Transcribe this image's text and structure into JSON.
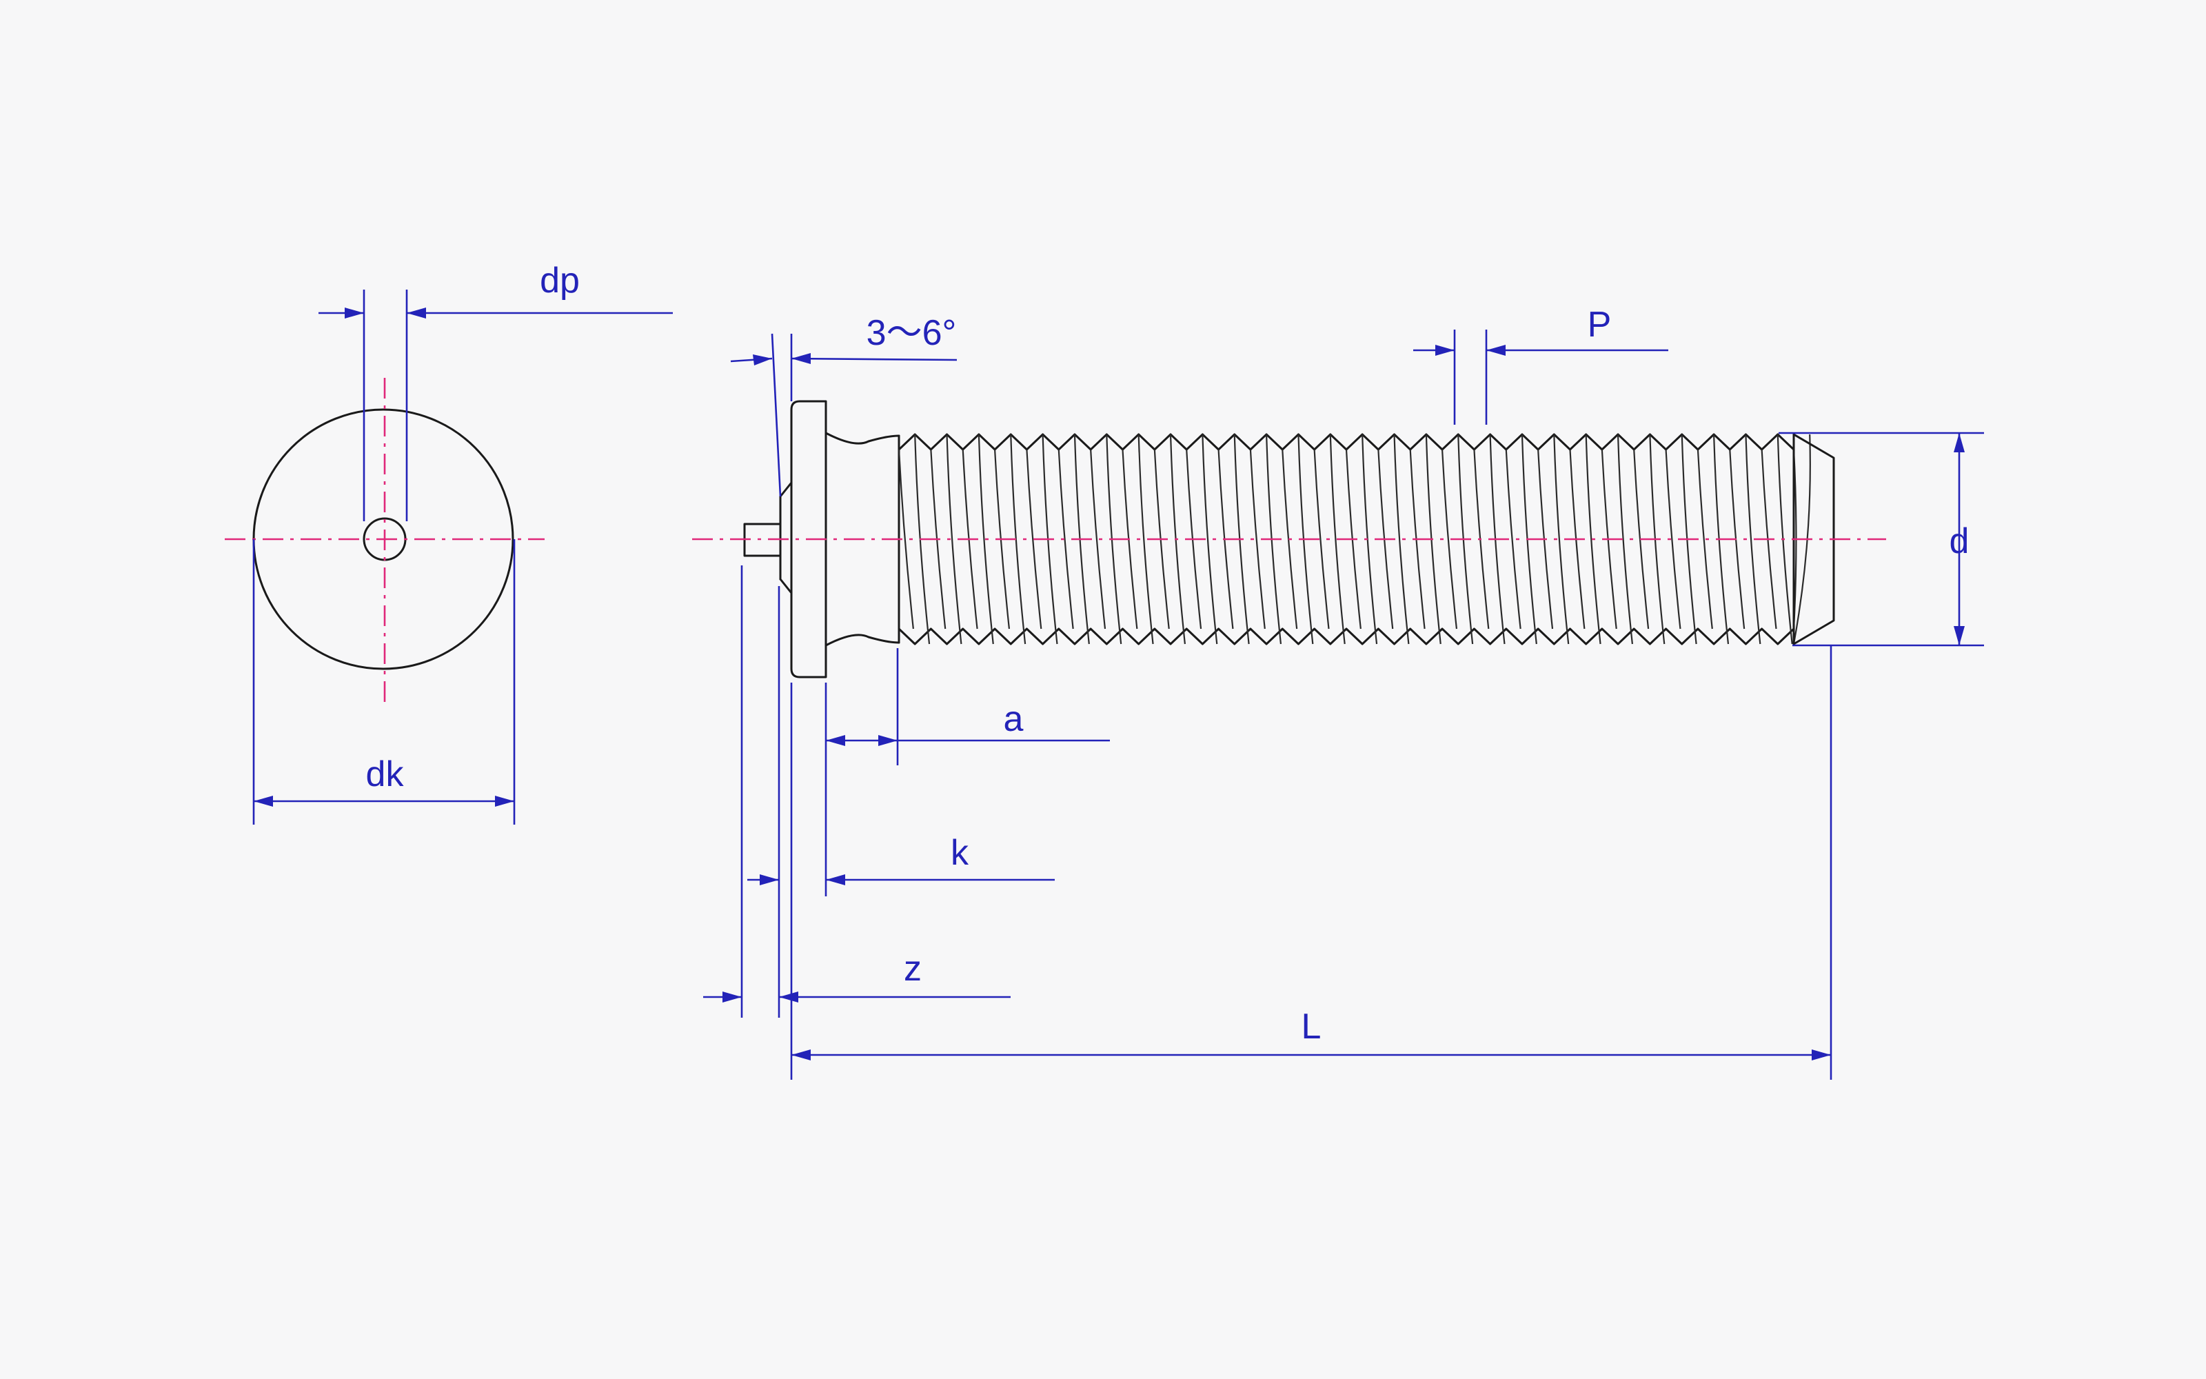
{
  "labels": {
    "dp": "dp",
    "dk": "dk",
    "angle": "3～6°",
    "pitch": "P",
    "diameter": "d",
    "a": "a",
    "k": "k",
    "z": "z",
    "length": "L"
  },
  "colors": {
    "outline": "#1a1a1a",
    "dimension": "#2323b8",
    "centerline": "#e0287a",
    "background": "#f7f7f8"
  }
}
